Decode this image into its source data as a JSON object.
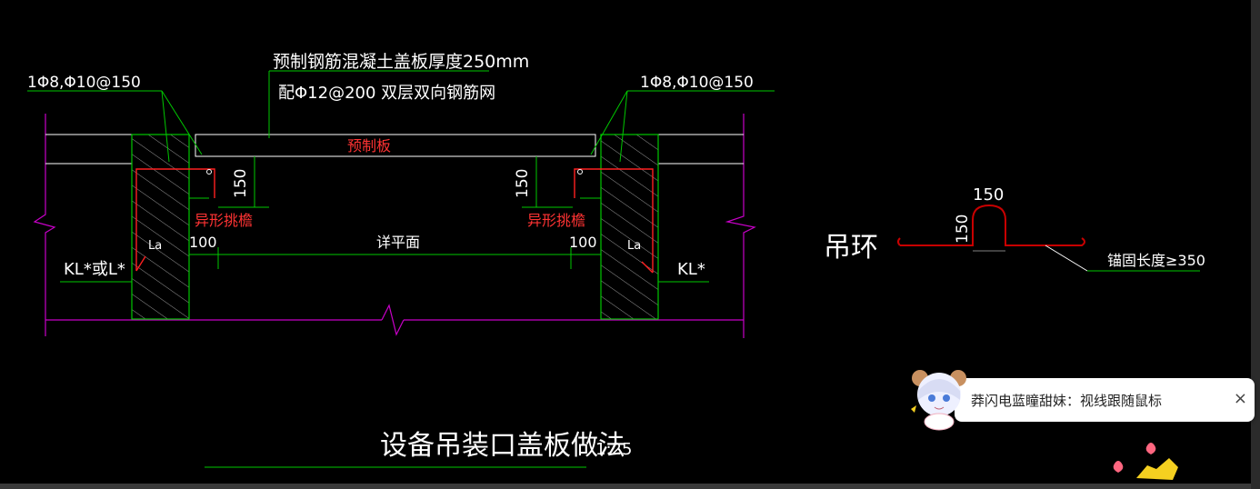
{
  "drawing": {
    "note_precast_1": "预制钢筋混凝土盖板厚度250mm",
    "note_precast_2": "配Φ12@200 双层双向钢筋网",
    "rebar_left": "1Φ8,Φ10@150",
    "rebar_right": "1Φ8,Φ10@150",
    "label_precast_slab": "预制板",
    "label_special_eave_left": "异形挑檐",
    "label_special_eave_right": "异形挑檐",
    "dim_150_left": "150",
    "dim_150_right": "150",
    "dim_100_left": "100",
    "dim_100_right": "100",
    "label_plan_ref": "详平面",
    "label_la_left": "La",
    "label_la_right": "La",
    "label_beam_left": "KL*或L*",
    "label_beam_right": "KL*",
    "hook_title": "吊环",
    "hook_dim_top": "150",
    "hook_dim_side": "150",
    "hook_anchor": "锚固长度≥350",
    "title": "设备吊装口盖板做法",
    "scale": "1:25"
  },
  "colors": {
    "white": "#ffffff",
    "green": "#00c800",
    "magenta": "#c800c8",
    "red": "#ff3333",
    "dark_red": "#c80000"
  },
  "toast": {
    "text": "莽闪电蓝瞳甜妹：视线跟随鼠标",
    "close_icon": "×"
  }
}
